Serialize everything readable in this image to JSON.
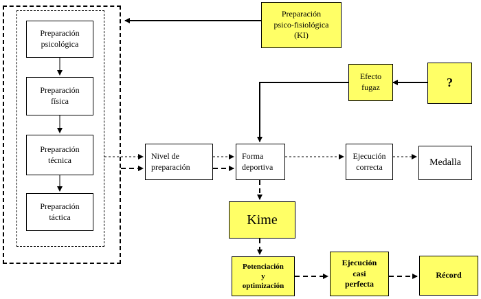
{
  "diagram": {
    "nodes": {
      "prep_psicologica": {
        "label": "Preparación\npsicológica"
      },
      "prep_fisica": {
        "label": "Preparación\nfísica"
      },
      "prep_tecnica": {
        "label": "Preparación\ntécnica"
      },
      "prep_tactica": {
        "label": "Preparación\ntáctica"
      },
      "prep_psicofisiologica": {
        "label": "Preparación\npsico-fisiológica\n(KI)",
        "fill": "#ffff66"
      },
      "nivel_preparacion": {
        "label": "Nivel de\npreparación"
      },
      "forma_deportiva": {
        "label": "Forma\ndeportiva"
      },
      "ejecucion_correcta": {
        "label": "Ejecución\ncorrecta"
      },
      "medalla": {
        "label": "Medalla"
      },
      "efecto_fugaz": {
        "label": "Efecto\nfugaz",
        "fill": "#ffff66"
      },
      "pregunta": {
        "label": "?",
        "fill": "#ffff66"
      },
      "kime": {
        "label": "Kime",
        "fill": "#ffff66"
      },
      "potenciacion": {
        "label": "Potenciación\ny\noptimización",
        "fill": "#ffff66"
      },
      "ejecucion_perfecta": {
        "label": "Ejecución\ncasi\nperfecta",
        "fill": "#ffff66"
      },
      "record": {
        "label": "Récord",
        "fill": "#ffff66"
      }
    },
    "edges": [
      {
        "from": "prep_psicologica",
        "to": "prep_fisica",
        "style": "solid"
      },
      {
        "from": "prep_fisica",
        "to": "prep_tecnica",
        "style": "solid"
      },
      {
        "from": "prep_tecnica",
        "to": "prep_tactica",
        "style": "solid"
      },
      {
        "from": "prep_psicofisiologica",
        "to": "preparation_group",
        "style": "solid-bold"
      },
      {
        "from": "preparation_group",
        "to": "nivel_preparacion",
        "style": "dotted"
      },
      {
        "from": "preparation_group",
        "to": "nivel_preparacion",
        "style": "dashed-bold"
      },
      {
        "from": "nivel_preparacion",
        "to": "forma_deportiva",
        "style": "dotted"
      },
      {
        "from": "nivel_preparacion",
        "to": "forma_deportiva",
        "style": "dashed-bold"
      },
      {
        "from": "forma_deportiva",
        "to": "ejecucion_correcta",
        "style": "dotted"
      },
      {
        "from": "ejecucion_correcta",
        "to": "medalla",
        "style": "dotted"
      },
      {
        "from": "pregunta",
        "to": "efecto_fugaz",
        "style": "solid-bold"
      },
      {
        "from": "efecto_fugaz",
        "to": "forma_deportiva",
        "style": "solid-bold"
      },
      {
        "from": "forma_deportiva",
        "to": "kime",
        "style": "dashed-bold"
      },
      {
        "from": "kime",
        "to": "potenciacion",
        "style": "dashed-bold"
      },
      {
        "from": "potenciacion",
        "to": "ejecucion_perfecta",
        "style": "dashed-bold"
      },
      {
        "from": "ejecucion_perfecta",
        "to": "record",
        "style": "dashed-bold"
      }
    ]
  }
}
